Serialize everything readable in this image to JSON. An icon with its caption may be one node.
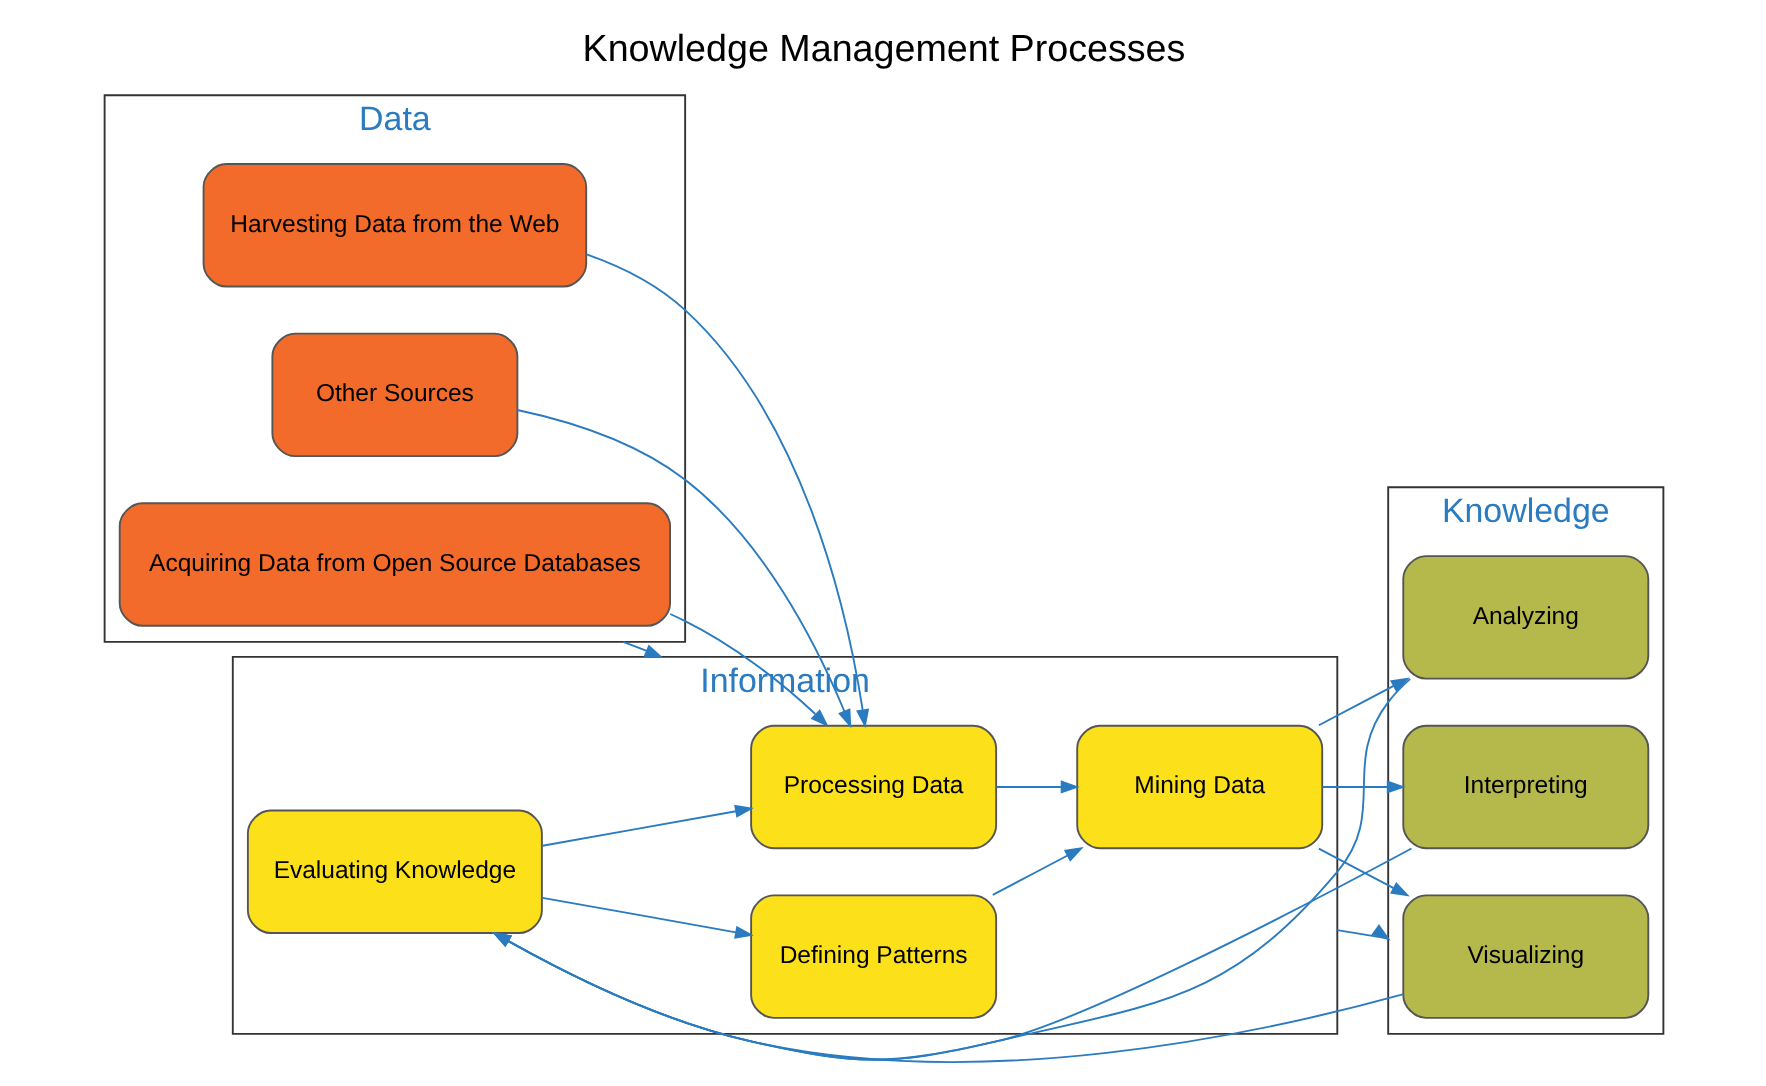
{
  "diagram": {
    "title": "Knowledge Management Processes",
    "nodes": [
      {
        "text": [
          "Data"
        ]
      },
      {
        "text": [
          "Acquiring Data from Open Source Databases"
        ],
        "in": 0
      },
      {
        "text": [
          "Harvesting Data from the Web"
        ],
        "in": 0
      },
      {
        "text": [
          "Other Sources"
        ],
        "in": 0
      },
      {
        "text": [
          "Information"
        ]
      },
      {
        "text": [
          "Processing Data"
        ],
        "in": 4
      },
      {
        "text": [
          "Mining Data"
        ],
        "in": 4
      },
      {
        "text": [
          "Defining Patterns"
        ],
        "in": 4
      },
      {
        "text": [
          "Evaluating Knowledge"
        ],
        "in": 4
      },
      {
        "text": [
          "Knowledge"
        ]
      },
      {
        "text": [
          "Visualizing"
        ],
        "in": 9
      },
      {
        "text": [
          "Interpreting"
        ],
        "in": 9
      },
      {
        "text": [
          "Analyzing"
        ],
        "in": 9
      }
    ],
    "edges": [
      {
        "from": 0,
        "to": 4,
        "arrow": "to"
      },
      {
        "from": 4,
        "to": 9,
        "arrow": "to"
      },
      {
        "from": 1,
        "to": 5,
        "arrow": "to"
      },
      {
        "from": 2,
        "to": 5,
        "arrow": "to"
      },
      {
        "from": 3,
        "to": 5,
        "arrow": "to"
      },
      {
        "from": 5,
        "to": 6,
        "arrow": "to"
      },
      {
        "from": 7,
        "to": 6,
        "arrow": "to"
      },
      {
        "from": 6,
        "to": 10,
        "arrow": "to"
      },
      {
        "from": 6,
        "to": 11,
        "arrow": "to"
      },
      {
        "from": 6,
        "to": 12,
        "arrow": "to"
      },
      {
        "from": 10,
        "to": 8,
        "arrow": "to"
      },
      {
        "from": 11,
        "to": 8,
        "arrow": "to"
      },
      {
        "from": 12,
        "to": 8,
        "arrow": "to"
      },
      {
        "from": 8,
        "to": 5,
        "arrow": "to"
      },
      {
        "from": 8,
        "to": 7,
        "arrow": "to"
      }
    ]
  }
}
